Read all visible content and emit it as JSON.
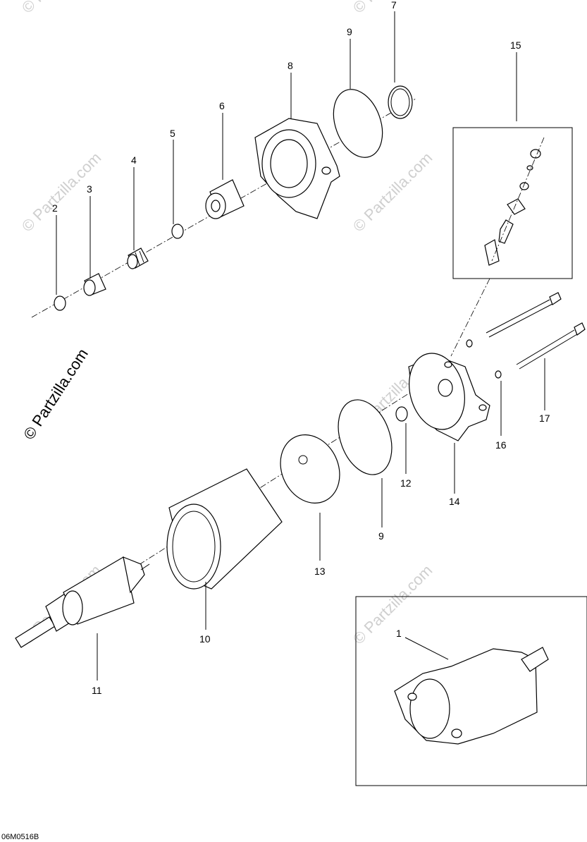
{
  "watermark": {
    "text": "© Partzilla.com"
  },
  "figure_code": "06M0516B",
  "callouts": {
    "c1": "1",
    "c2": "2",
    "c3": "3",
    "c4": "4",
    "c5": "5",
    "c6": "6",
    "c7": "7",
    "c8": "8",
    "c9a": "9",
    "c9b": "9",
    "c10": "10",
    "c11": "11",
    "c12": "12",
    "c13": "13",
    "c14": "14",
    "c15": "15",
    "c16": "16",
    "c17": "17"
  }
}
